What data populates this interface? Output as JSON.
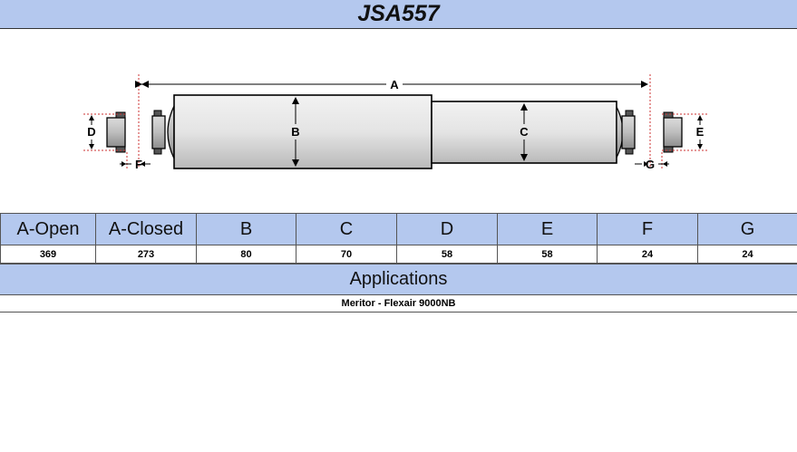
{
  "page": {
    "title": "JSA557"
  },
  "diagram": {
    "labels": {
      "a": "A",
      "b": "B",
      "c": "C",
      "d": "D",
      "e": "E",
      "f": "F",
      "g": "G"
    }
  },
  "dimensions": {
    "headers": [
      "A-Open",
      "A-Closed",
      "B",
      "C",
      "D",
      "E",
      "F",
      "G"
    ],
    "values": [
      "369",
      "273",
      "80",
      "70",
      "58",
      "58",
      "24",
      "24"
    ]
  },
  "applications": {
    "header": "Applications",
    "items": [
      "Meritor - Flexair 9000NB"
    ]
  }
}
